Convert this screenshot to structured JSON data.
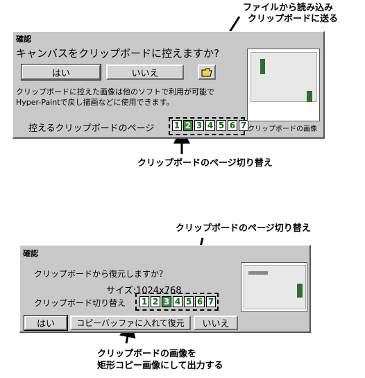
{
  "top_annotation": {
    "line1": "ファイルから読み込み",
    "line2": "クリップボードに送る"
  },
  "dialog1": {
    "title": "確認",
    "question": "キャンバスをクリップボードに控えますか?",
    "yes_label": "はい",
    "no_label": "いいえ",
    "note_line1": "クリップボードに控えた画像は他のソフトで利用が可能で",
    "note_line2": "Hyper-Paintで戻し描画などに使用できます。",
    "pages_label": "控えるクリップボードのページ",
    "pages": [
      "1",
      "2",
      "3",
      "4",
      "5",
      "6",
      "7"
    ],
    "preview_caption": "クリップボードの画像"
  },
  "middle_annotation": "クリップボードのページ切り替え",
  "annotation2_top": "クリップボードのページ切り替え",
  "dialog2": {
    "title": "確認",
    "question": "クリップボードから復元しますか？",
    "size_label": "サイズ:1024x768",
    "pages_label": "クリップボード切り替え",
    "pages": [
      "1",
      "2",
      "3",
      "4",
      "5",
      "6",
      "7"
    ],
    "yes_label": "はい",
    "restore_label": "コピーバッファに入れて復元",
    "no_label": "いいえ"
  },
  "bottom_annotation": {
    "line1": "クリップボードの画像を",
    "line2": "矩形コピー画像にして出力する"
  },
  "colors": {
    "dialog_bg": "#c8c8c8",
    "page_green": "#0a6f0a",
    "page_active": "#3b8f3b"
  },
  "icons": {
    "open_file": "folder-open-icon"
  }
}
